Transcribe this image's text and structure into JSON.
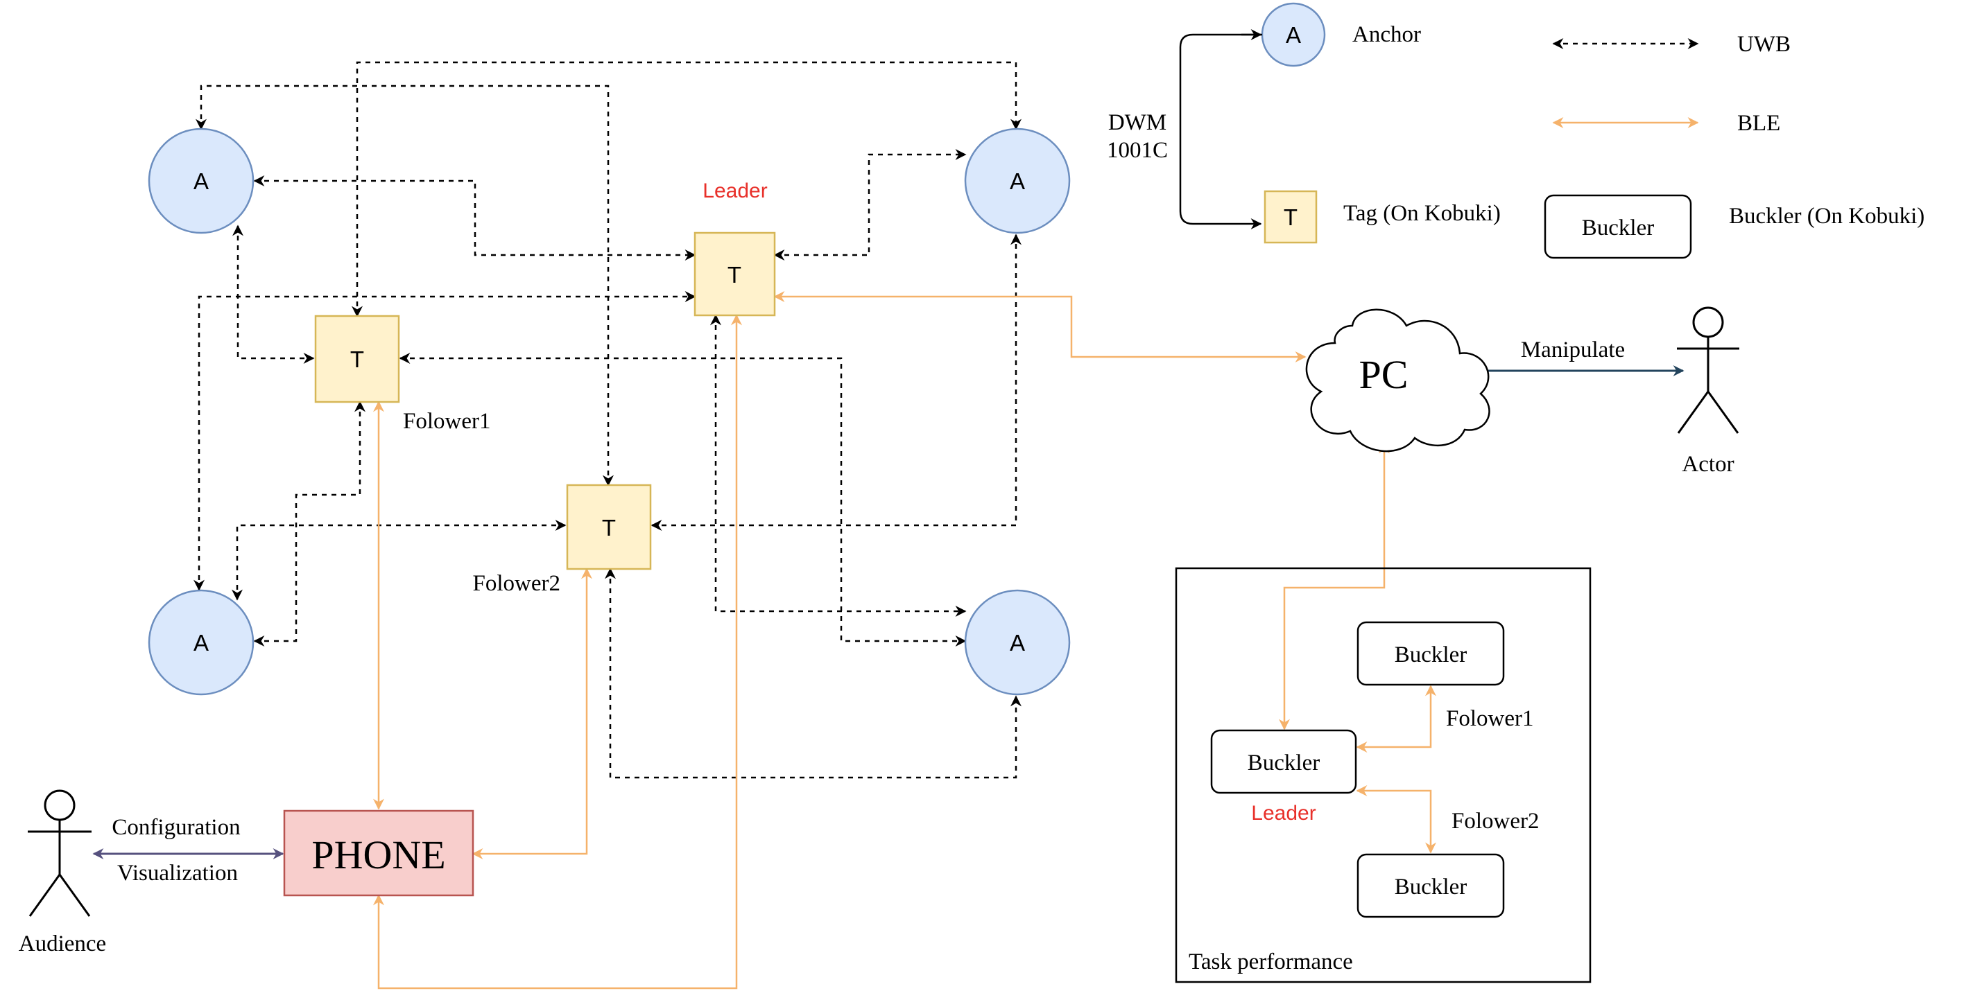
{
  "legend": {
    "anchor_symbol": "A",
    "anchor_label": "Anchor",
    "tag_symbol": "T",
    "tag_label": "Tag (On Kobuki)",
    "module_line1": "DWM",
    "module_line2": "1001C",
    "uwb_label": "UWB",
    "ble_label": "BLE",
    "buckler_symbol": "Buckler",
    "buckler_label": "Buckler (On Kobuki)"
  },
  "nodes": {
    "anchor": "A",
    "tag": "T",
    "leader": "Leader",
    "follower1": "Folower1",
    "follower2": "Folower2",
    "phone": "PHONE",
    "pc": "PC",
    "actor": "Actor",
    "audience": "Audience",
    "manipulate": "Manipulate",
    "configuration": "Configuration",
    "visualization": "Visualization"
  },
  "task": {
    "title": "Task performance",
    "buckler": "Buckler",
    "leader": "Leader",
    "follower1": "Folower1",
    "follower2": "Folower2"
  },
  "colors": {
    "uwb_line": "#000000",
    "ble_line": "#f5b26b",
    "anchor_fill": "#dae8fc",
    "tag_fill": "#fff2cc",
    "phone_fill": "#f8cecc",
    "leader_text": "#e8302a",
    "manipulate_line": "#23445d",
    "config_line": "#56517e"
  }
}
